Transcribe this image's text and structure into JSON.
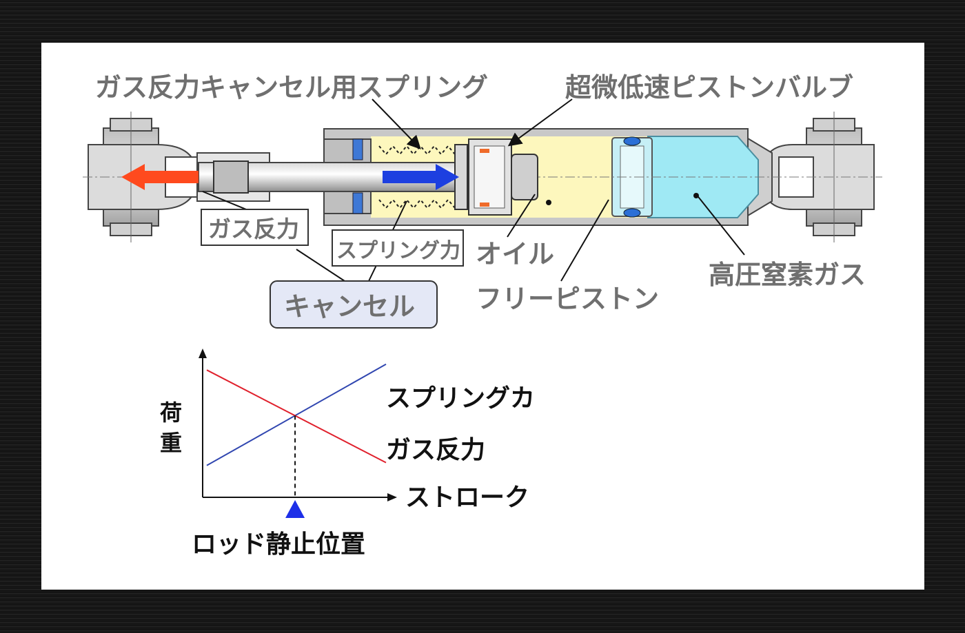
{
  "diagram": {
    "labels": {
      "spring_top": "ガス反力キャンセル用スプリング",
      "valve_top": "超微低速ピストンバルブ",
      "gas_force_box": "ガス反力",
      "spring_force_box": "スプリング力",
      "cancel_box": "キャンセル",
      "oil": "オイル",
      "free_piston": "フリーピストン",
      "nitrogen_gas": "高圧窒素ガス"
    },
    "colors": {
      "oil": "#fdf7bd",
      "gas": "#9fe9f4",
      "gas_arrow": "#ff4a1e",
      "spring_arrow": "#1d3fe0",
      "cancel_box_fill": "#e4e8f6"
    }
  },
  "chart_data": {
    "type": "line",
    "ylabel": "荷重",
    "xlabel": "ストローク",
    "series": [
      {
        "name": "スプリングカ",
        "color": "#3046b0",
        "start": 0.22,
        "end": 0.92
      },
      {
        "name": "ガス反力",
        "color": "#e0202c",
        "start": 0.88,
        "end": 0.24
      }
    ],
    "marker": {
      "label": "ロッド静止位置",
      "x": 0.5,
      "color": "#1d2fe8"
    }
  }
}
